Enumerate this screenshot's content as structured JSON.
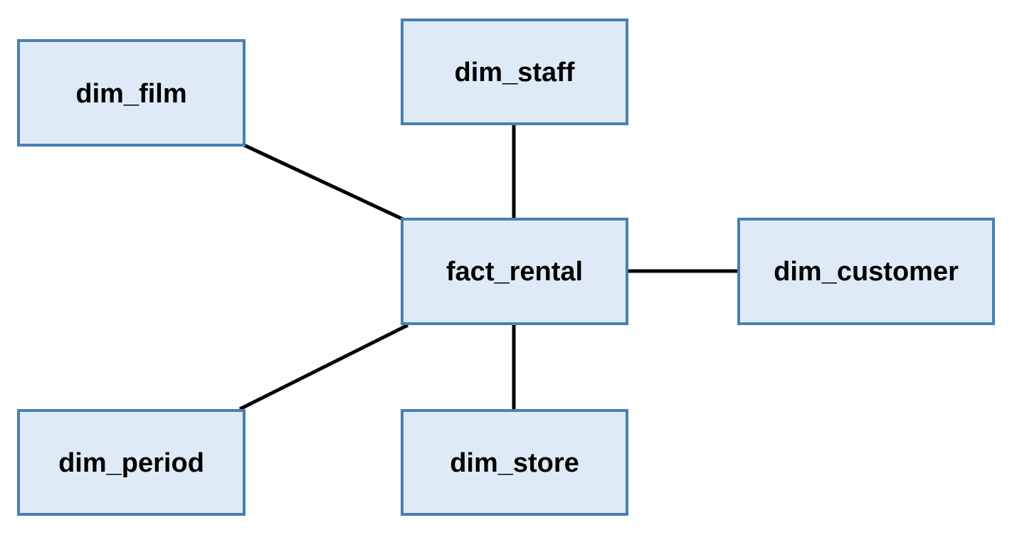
{
  "diagram": {
    "type": "star-schema",
    "colors": {
      "node_fill": "#deebf7",
      "node_border": "#4a7fb0",
      "edge": "#000000",
      "text": "#000000"
    },
    "nodes": {
      "dim_film": {
        "label": "dim_film"
      },
      "dim_staff": {
        "label": "dim_staff"
      },
      "fact_rental": {
        "label": "fact_rental"
      },
      "dim_customer": {
        "label": "dim_customer"
      },
      "dim_period": {
        "label": "dim_period"
      },
      "dim_store": {
        "label": "dim_store"
      }
    },
    "edges": [
      {
        "from": "dim_film",
        "to": "fact_rental"
      },
      {
        "from": "dim_staff",
        "to": "fact_rental"
      },
      {
        "from": "fact_rental",
        "to": "dim_customer"
      },
      {
        "from": "dim_period",
        "to": "fact_rental"
      },
      {
        "from": "dim_store",
        "to": "fact_rental"
      }
    ]
  }
}
